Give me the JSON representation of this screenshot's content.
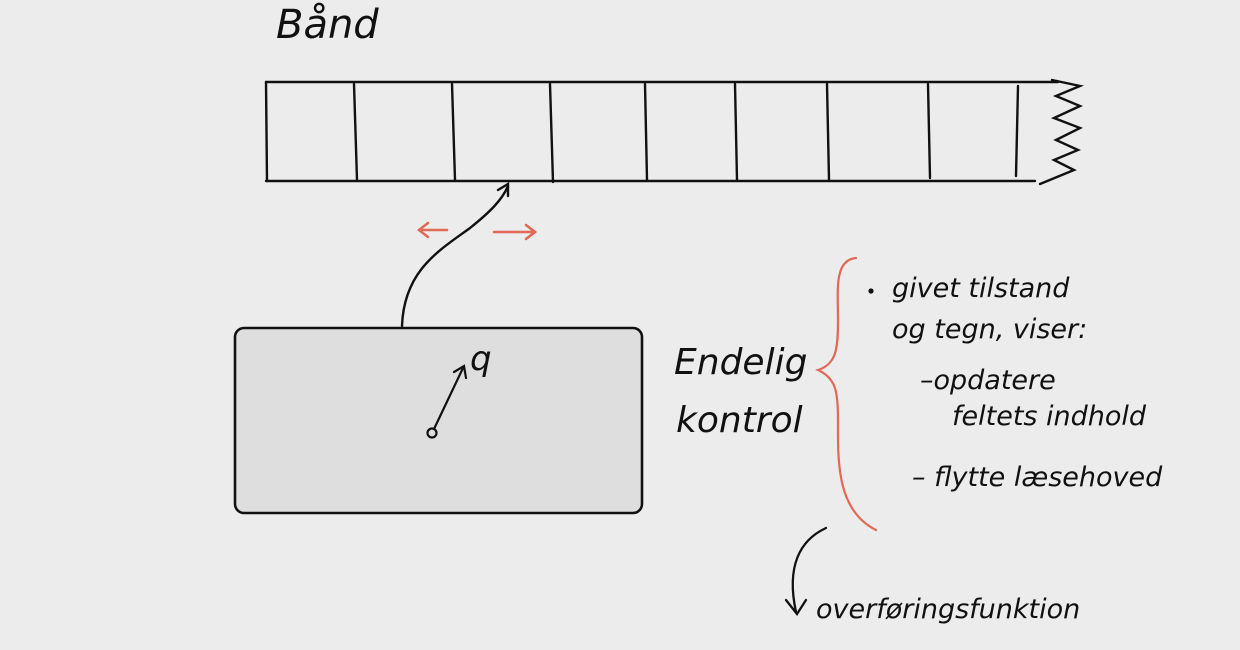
{
  "diagram": {
    "tape_title": "Bånd",
    "head_state": "q",
    "control_label_line1": "Endelig",
    "control_label_line2": "kontrol",
    "notes": {
      "bullet_line1": "givet tilstand",
      "bullet_line2": "og tegn, viser:",
      "item1_line1": "–opdatere",
      "item1_line2": "feltets indhold",
      "item2": "– flytte læsehoved"
    },
    "transition_label": "overføringsfunktion",
    "colors": {
      "ink": "#111111",
      "accent": "#e06a55",
      "box_fill": "#dedede",
      "background": "#ececec"
    }
  }
}
